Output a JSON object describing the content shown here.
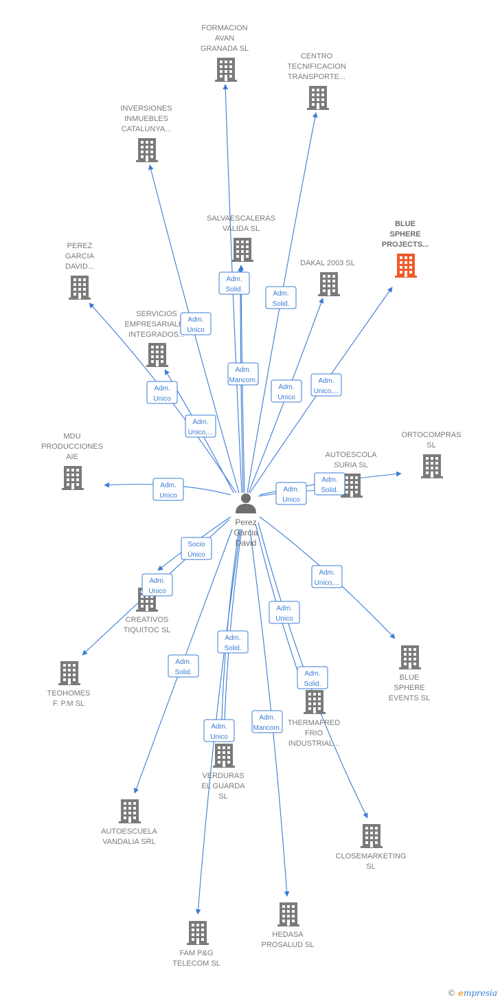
{
  "center": {
    "label_lines": [
      "Perez",
      "Garcia",
      "David"
    ],
    "icon": "person-icon"
  },
  "colors": {
    "edge": "#3a7bd5",
    "building": "#7a7a7a",
    "building_highlight": "#f05a28"
  },
  "nodes": [
    {
      "id": "formacion",
      "label_lines": [
        "FORMACION",
        "AVAN",
        "GRANADA  SL"
      ],
      "icon": "building-icon"
    },
    {
      "id": "centro",
      "label_lines": [
        "CENTRO",
        "TECNIFICACION",
        "TRANSPORTE..."
      ],
      "icon": "building-icon"
    },
    {
      "id": "inversiones",
      "label_lines": [
        "INVERSIONES",
        "INMUEBLES",
        "CATALUNYA..."
      ],
      "icon": "building-icon"
    },
    {
      "id": "salvaescaleras",
      "label_lines": [
        "SALVAESCALERAS",
        "VALIDA SL"
      ],
      "icon": "building-icon"
    },
    {
      "id": "blue_sphere_projects",
      "label_lines": [
        "BLUE",
        "SPHERE",
        "PROJECTS..."
      ],
      "icon": "building-icon",
      "highlight": true
    },
    {
      "id": "perez_garcia",
      "label_lines": [
        "PEREZ",
        "GARCIA",
        "DAVID..."
      ],
      "icon": "building-icon"
    },
    {
      "id": "dakal",
      "label_lines": [
        "DAKAL 2003 SL"
      ],
      "icon": "building-icon"
    },
    {
      "id": "servicios",
      "label_lines": [
        "SERVICIOS",
        "EMPRESARIALES",
        "INTEGRADOS..."
      ],
      "icon": "building-icon"
    },
    {
      "id": "mdu",
      "label_lines": [
        "MDU",
        "PRODUCCIONES",
        "AIE"
      ],
      "icon": "building-icon"
    },
    {
      "id": "ortocompras",
      "label_lines": [
        "ORTOCOMPRAS",
        "SL"
      ],
      "icon": "building-icon"
    },
    {
      "id": "autoescola_suria",
      "label_lines": [
        "AUTOESCOLA",
        "SURIA  SL"
      ],
      "icon": "building-icon"
    },
    {
      "id": "creativos",
      "label_lines": [
        "CREATIVOS",
        "TIQUITOC SL"
      ],
      "icon": "building-icon"
    },
    {
      "id": "teohomes",
      "label_lines": [
        "TEOHOMES",
        "F. P.M SL"
      ],
      "icon": "building-icon"
    },
    {
      "id": "blue_sphere_events",
      "label_lines": [
        "BLUE",
        "SPHERE",
        "EVENTS  SL"
      ],
      "icon": "building-icon"
    },
    {
      "id": "thermafred",
      "label_lines": [
        "THERMAFRED",
        "FRIO",
        "INDUSTRIAL..."
      ],
      "icon": "building-icon"
    },
    {
      "id": "verduras",
      "label_lines": [
        "VERDURAS",
        "EL GUARDA",
        "SL"
      ],
      "icon": "building-icon"
    },
    {
      "id": "autoescuela_vandalia",
      "label_lines": [
        "AUTOESCUELA",
        "VANDALIA SRL"
      ],
      "icon": "building-icon"
    },
    {
      "id": "closemarketing",
      "label_lines": [
        "CLOSEMARKETING",
        "SL"
      ],
      "icon": "building-icon"
    },
    {
      "id": "hedasa",
      "label_lines": [
        "HEDASA",
        "PROSALUD SL"
      ],
      "icon": "building-icon"
    },
    {
      "id": "fam",
      "label_lines": [
        "FAM P&G",
        "TELECOM  SL"
      ],
      "icon": "building-icon"
    }
  ],
  "edges": [
    {
      "to": "formacion",
      "badge": []
    },
    {
      "to": "centro",
      "badge": [
        "Adm.",
        "Solid."
      ]
    },
    {
      "to": "inversiones",
      "badge": [
        "Adm.",
        "Unico"
      ]
    },
    {
      "to": "salvaescaleras",
      "badge": [
        "Adm.",
        "Solid."
      ]
    },
    {
      "to": "salvaescaleras",
      "badge": [
        "Adm.",
        "Mancom."
      ]
    },
    {
      "to": "blue_sphere_projects",
      "badge": [
        "Adm.",
        "Unico,..."
      ]
    },
    {
      "to": "perez_garcia",
      "badge": [
        "Adm.",
        "Unico"
      ]
    },
    {
      "to": "dakal",
      "badge": [
        "Adm.",
        "Unico"
      ]
    },
    {
      "to": "servicios",
      "badge": [
        "Adm.",
        "Unico,..."
      ]
    },
    {
      "to": "mdu",
      "badge": [
        "Adm.",
        "Unico"
      ]
    },
    {
      "to": "ortocompras",
      "badge": [
        "Adm.",
        "Solid."
      ]
    },
    {
      "to": "autoescola_suria",
      "badge": [
        "Adm.",
        "Unico"
      ]
    },
    {
      "to": "creativos",
      "badge": [
        "Socio",
        "Único"
      ]
    },
    {
      "to": "teohomes",
      "badge": [
        "Adm.",
        "Unico"
      ]
    },
    {
      "to": "blue_sphere_events",
      "badge": [
        "Adm.",
        "Unico,..."
      ]
    },
    {
      "to": "thermafred",
      "badge": [
        "Adm.",
        "Unico"
      ]
    },
    {
      "to": "closemarketing",
      "badge": [
        "Adm.",
        "Solid."
      ]
    },
    {
      "to": "verduras",
      "badge": [
        "Adm.",
        "Solid."
      ]
    },
    {
      "to": "verduras",
      "badge": [
        "Adm.",
        "Unico"
      ]
    },
    {
      "to": "autoescuela_vandalia",
      "badge": [
        "Adm.",
        "Solid."
      ]
    },
    {
      "to": "hedasa",
      "badge": [
        "Adm.",
        "Mancom."
      ]
    },
    {
      "to": "fam",
      "badge": []
    }
  ],
  "footer": {
    "copyright": "©",
    "brand_initial": "e",
    "brand_rest": "mpresia"
  }
}
